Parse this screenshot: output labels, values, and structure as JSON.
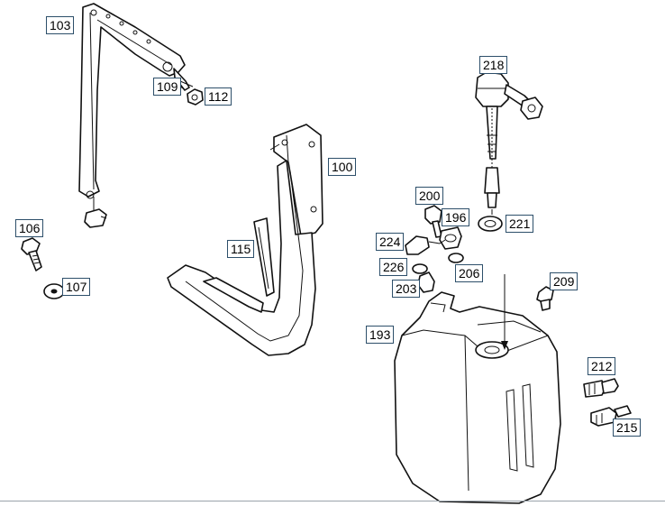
{
  "callouts": [
    {
      "id": "c103",
      "label": "103"
    },
    {
      "id": "c109",
      "label": "109"
    },
    {
      "id": "c112",
      "label": "112"
    },
    {
      "id": "c106",
      "label": "106"
    },
    {
      "id": "c107",
      "label": "107"
    },
    {
      "id": "c115",
      "label": "115"
    },
    {
      "id": "c100",
      "label": "100"
    },
    {
      "id": "c218",
      "label": "218"
    },
    {
      "id": "c200",
      "label": "200"
    },
    {
      "id": "c196",
      "label": "196"
    },
    {
      "id": "c221",
      "label": "221"
    },
    {
      "id": "c224",
      "label": "224"
    },
    {
      "id": "c226",
      "label": "226"
    },
    {
      "id": "c206",
      "label": "206"
    },
    {
      "id": "c203",
      "label": "203"
    },
    {
      "id": "c209",
      "label": "209"
    },
    {
      "id": "c193",
      "label": "193"
    },
    {
      "id": "c212",
      "label": "212"
    },
    {
      "id": "c215",
      "label": "215"
    }
  ]
}
